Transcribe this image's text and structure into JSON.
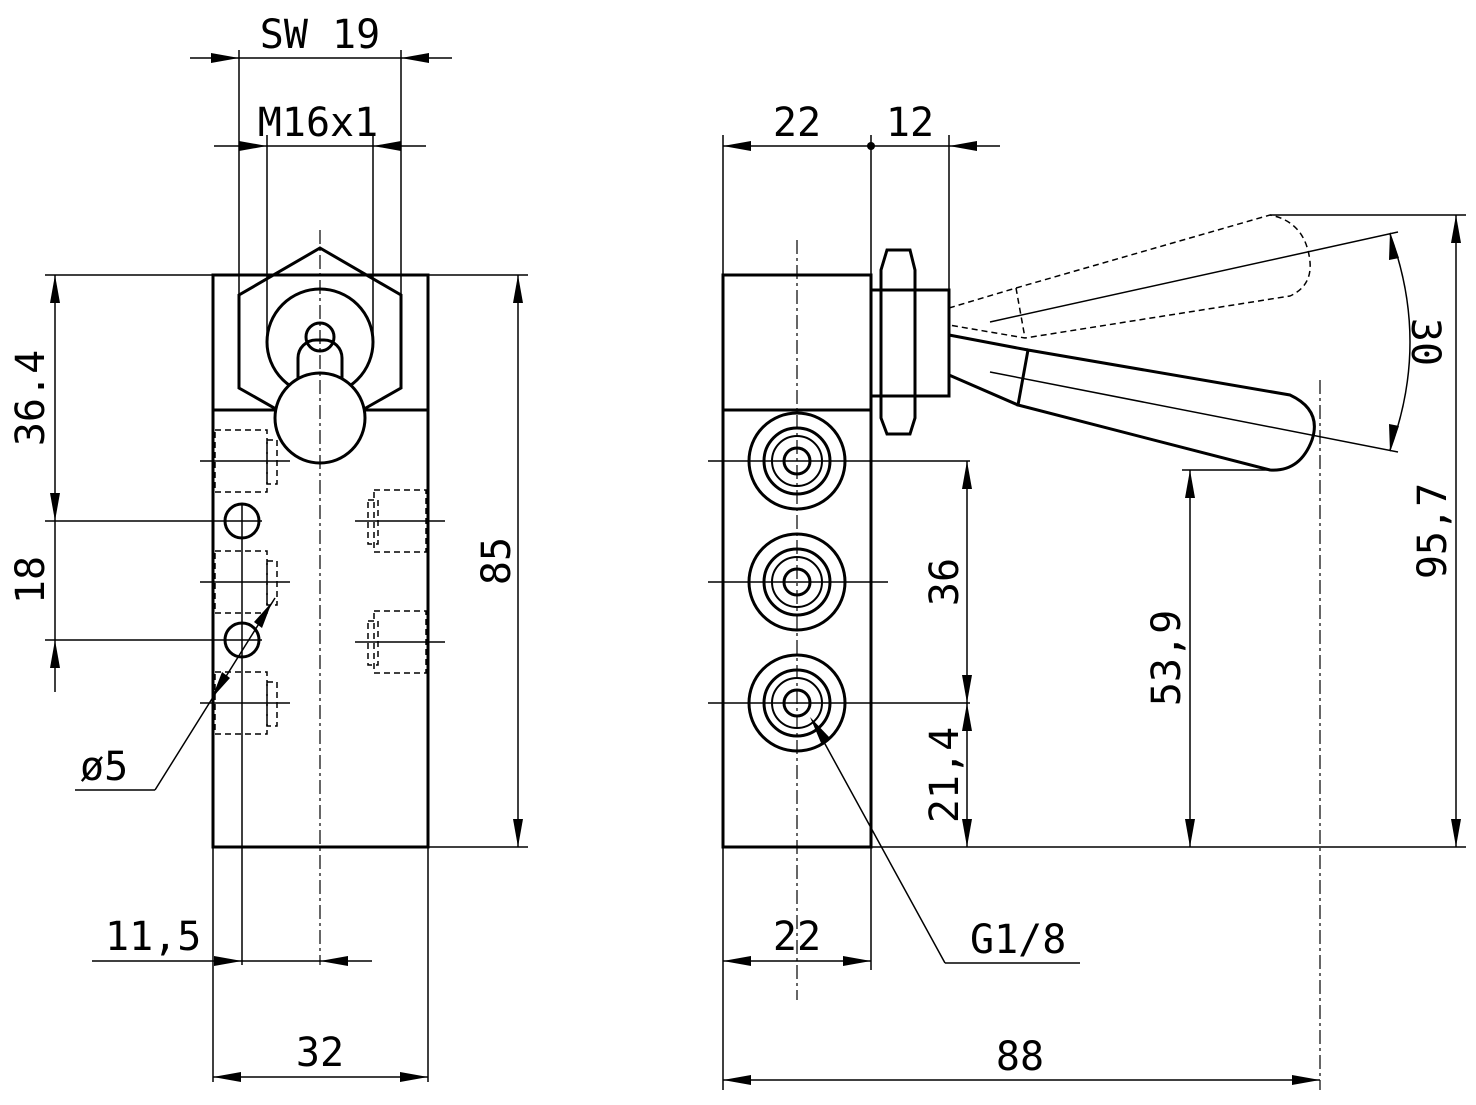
{
  "front_view": {
    "sw_label": "SW 19",
    "thread_label": "M16x1",
    "dim_36_4": "36.4",
    "dim_18": "18",
    "dim_85": "85",
    "hole_label": "ø5",
    "dim_11_5": "11,5",
    "dim_32": "32"
  },
  "side_view": {
    "dim_22_top": "22",
    "dim_12": "12",
    "angle_30": "30",
    "dim_95_7": "95,7",
    "dim_36": "36",
    "dim_53_9": "53,9",
    "dim_21_4": "21,4",
    "dim_22_bottom": "22",
    "port_label": "G1/8",
    "dim_88": "88"
  }
}
